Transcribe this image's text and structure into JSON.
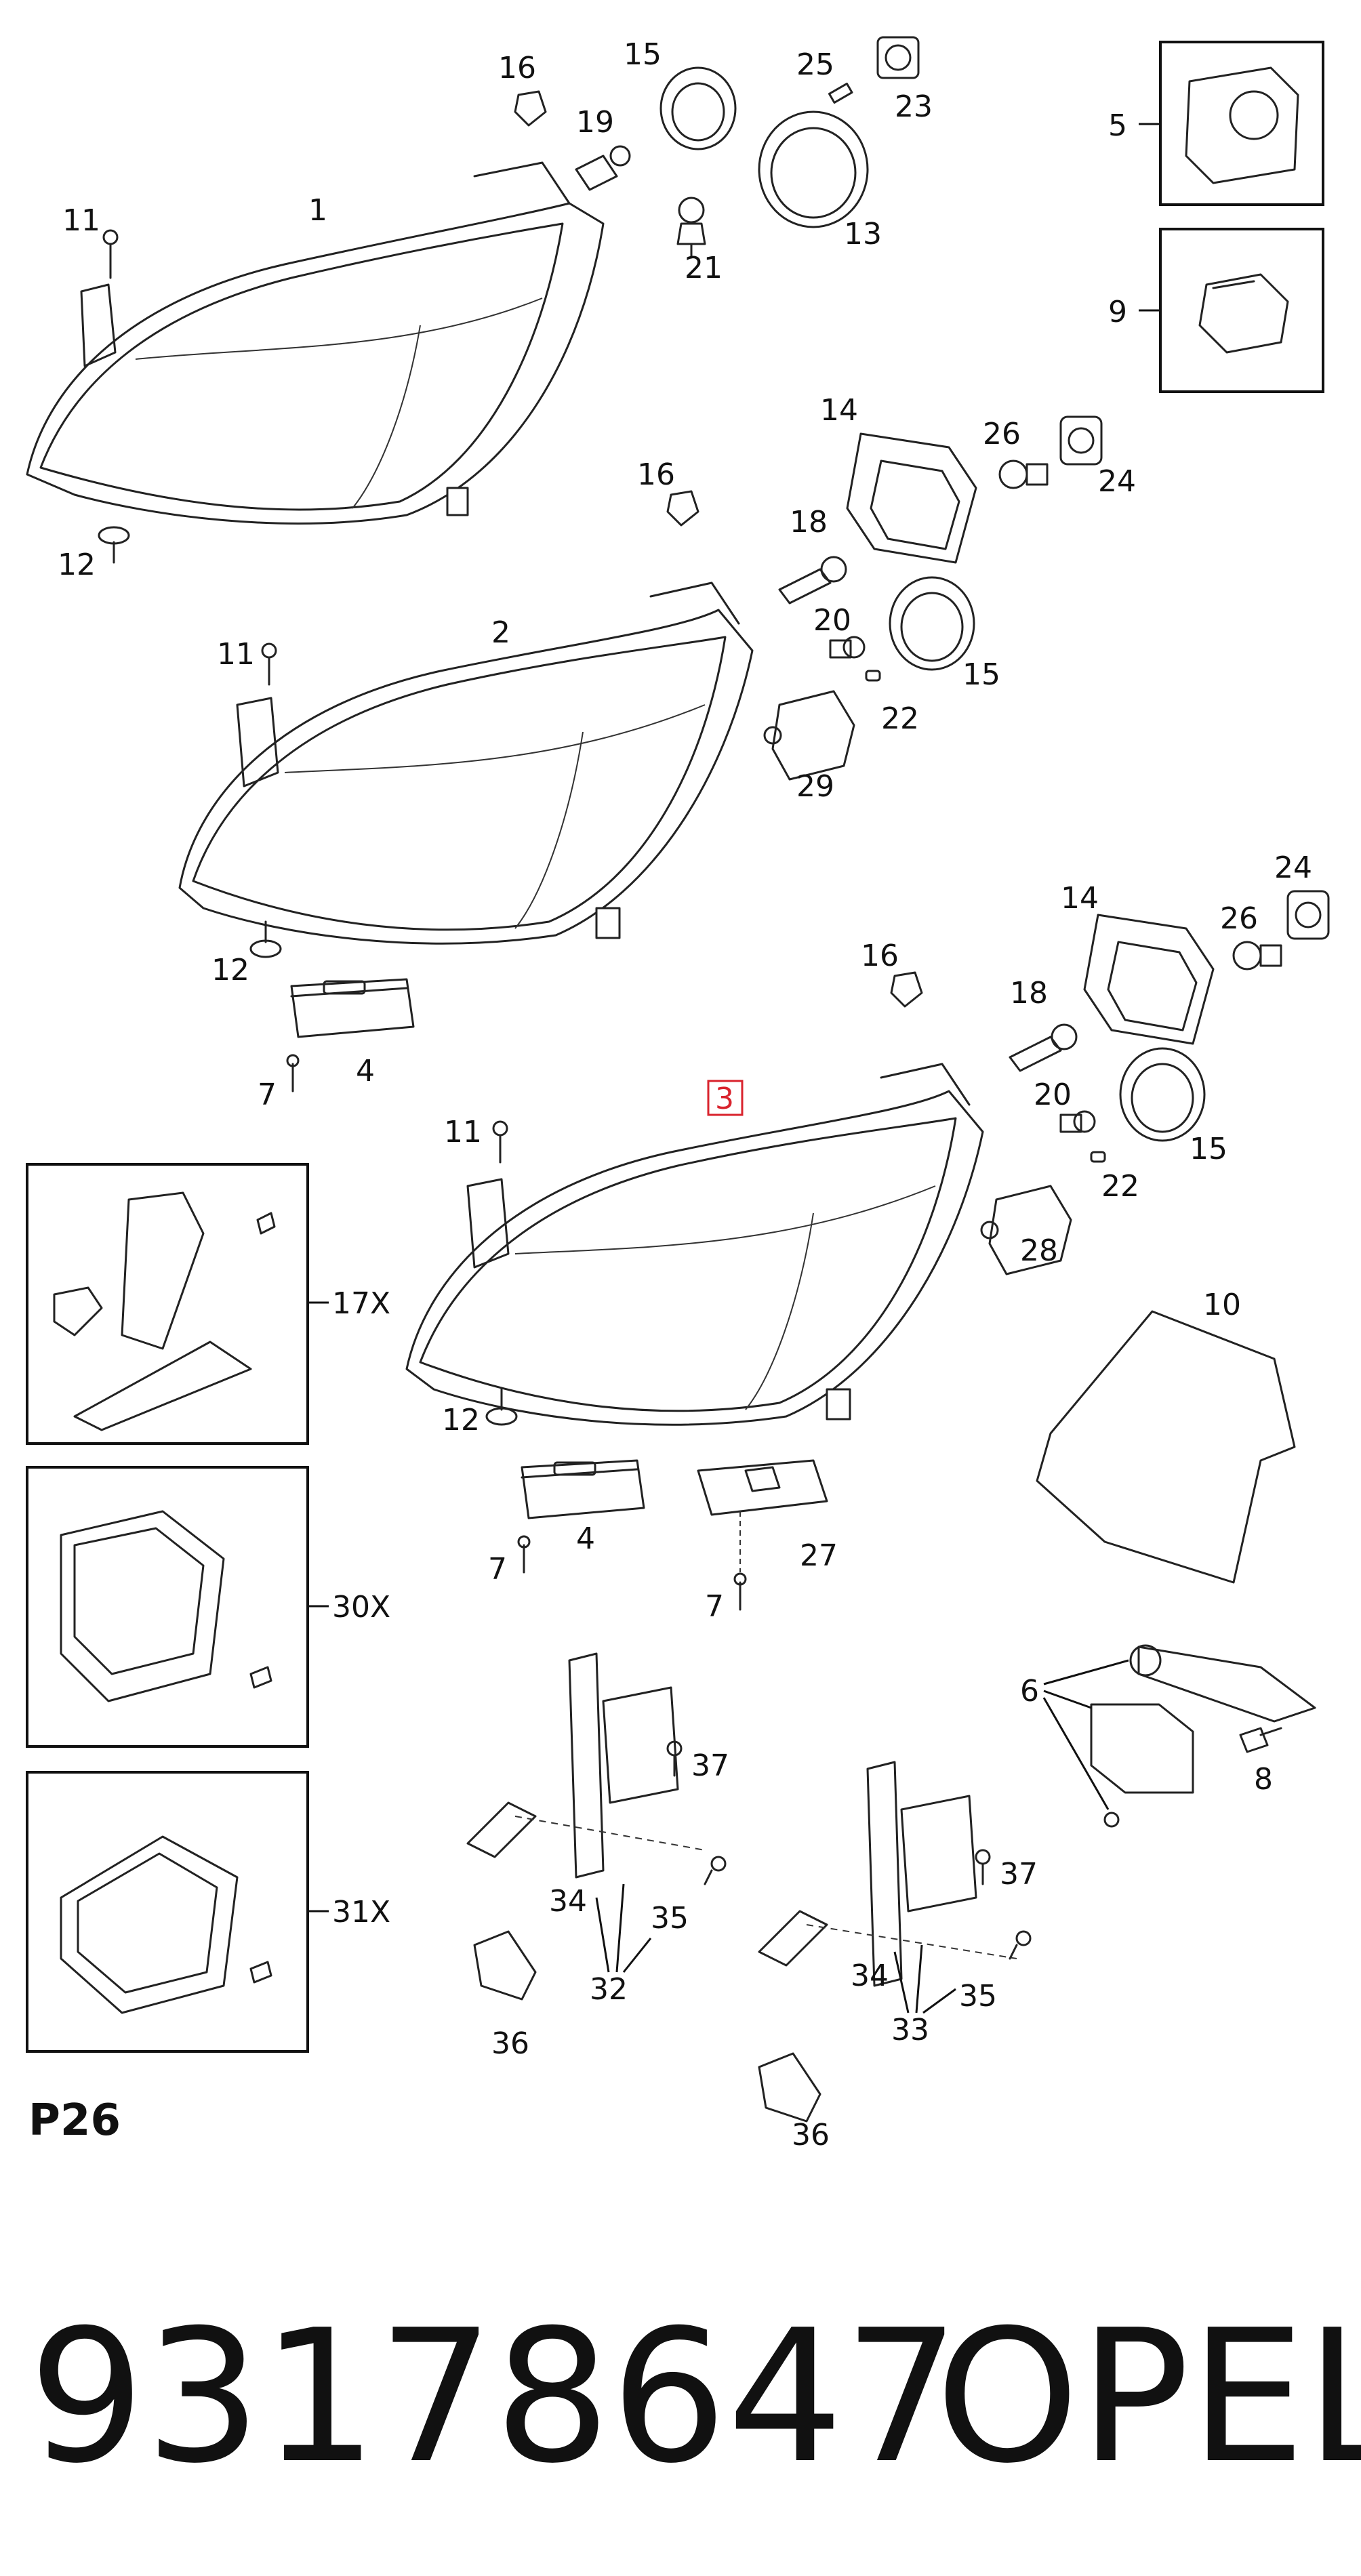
{
  "section_code": "P26",
  "part_number": "93178647",
  "brand": "OPEL",
  "highlighted_callout": "3",
  "callouts": {
    "c1": "1",
    "c2": "2",
    "c3": "3",
    "c4a": "4",
    "c4b": "4",
    "c5": "5",
    "c6": "6",
    "c7a": "7",
    "c7b": "7",
    "c7c": "7",
    "c8": "8",
    "c9": "9",
    "c10": "10",
    "c11a": "11",
    "c11b": "11",
    "c11c": "11",
    "c12a": "12",
    "c12b": "12",
    "c12c": "12",
    "c13": "13",
    "c14a": "14",
    "c14b": "14",
    "c15a": "15",
    "c15b": "15",
    "c15c": "15",
    "c16a": "16",
    "c16b": "16",
    "c16c": "16",
    "c17x": "17X",
    "c18a": "18",
    "c18b": "18",
    "c19": "19",
    "c20a": "20",
    "c20b": "20",
    "c21": "21",
    "c22a": "22",
    "c22b": "22",
    "c23": "23",
    "c24a": "24",
    "c24b": "24",
    "c25": "25",
    "c26a": "26",
    "c26b": "26",
    "c27": "27",
    "c28": "28",
    "c29": "29",
    "c30x": "30X",
    "c31x": "31X",
    "c32": "32",
    "c33": "33",
    "c34a": "34",
    "c34b": "34",
    "c35a": "35",
    "c35b": "35",
    "c36a": "36",
    "c36b": "36",
    "c37a": "37",
    "c37b": "37"
  }
}
